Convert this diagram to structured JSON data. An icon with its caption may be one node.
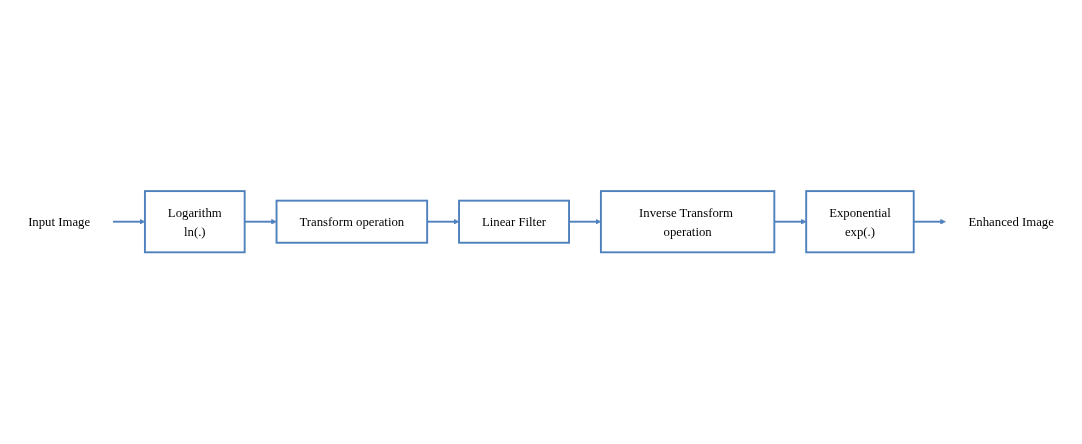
{
  "diagram": {
    "nodes": [
      {
        "text": [
          "Input Image"
        ]
      },
      {
        "text": [
          "Logarithm",
          "ln(.)"
        ]
      },
      {
        "text": [
          "Transform operation"
        ]
      },
      {
        "text": [
          "Linear Filter"
        ]
      },
      {
        "text": [
          "Inverse Transform operation"
        ]
      },
      {
        "text": [
          "Exponential",
          "exp(.)"
        ]
      },
      {
        "text": [
          "Enhanced Image"
        ]
      }
    ],
    "edges": [
      {
        "from": 0,
        "to": 1,
        "arrow": "to"
      },
      {
        "from": 1,
        "to": 2,
        "arrow": "to"
      },
      {
        "from": 2,
        "to": 3,
        "arrow": "to"
      },
      {
        "from": 3,
        "to": 4,
        "arrow": "to"
      },
      {
        "from": 4,
        "to": 5,
        "arrow": "to"
      },
      {
        "from": 5,
        "to": 6,
        "arrow": "to"
      }
    ]
  }
}
